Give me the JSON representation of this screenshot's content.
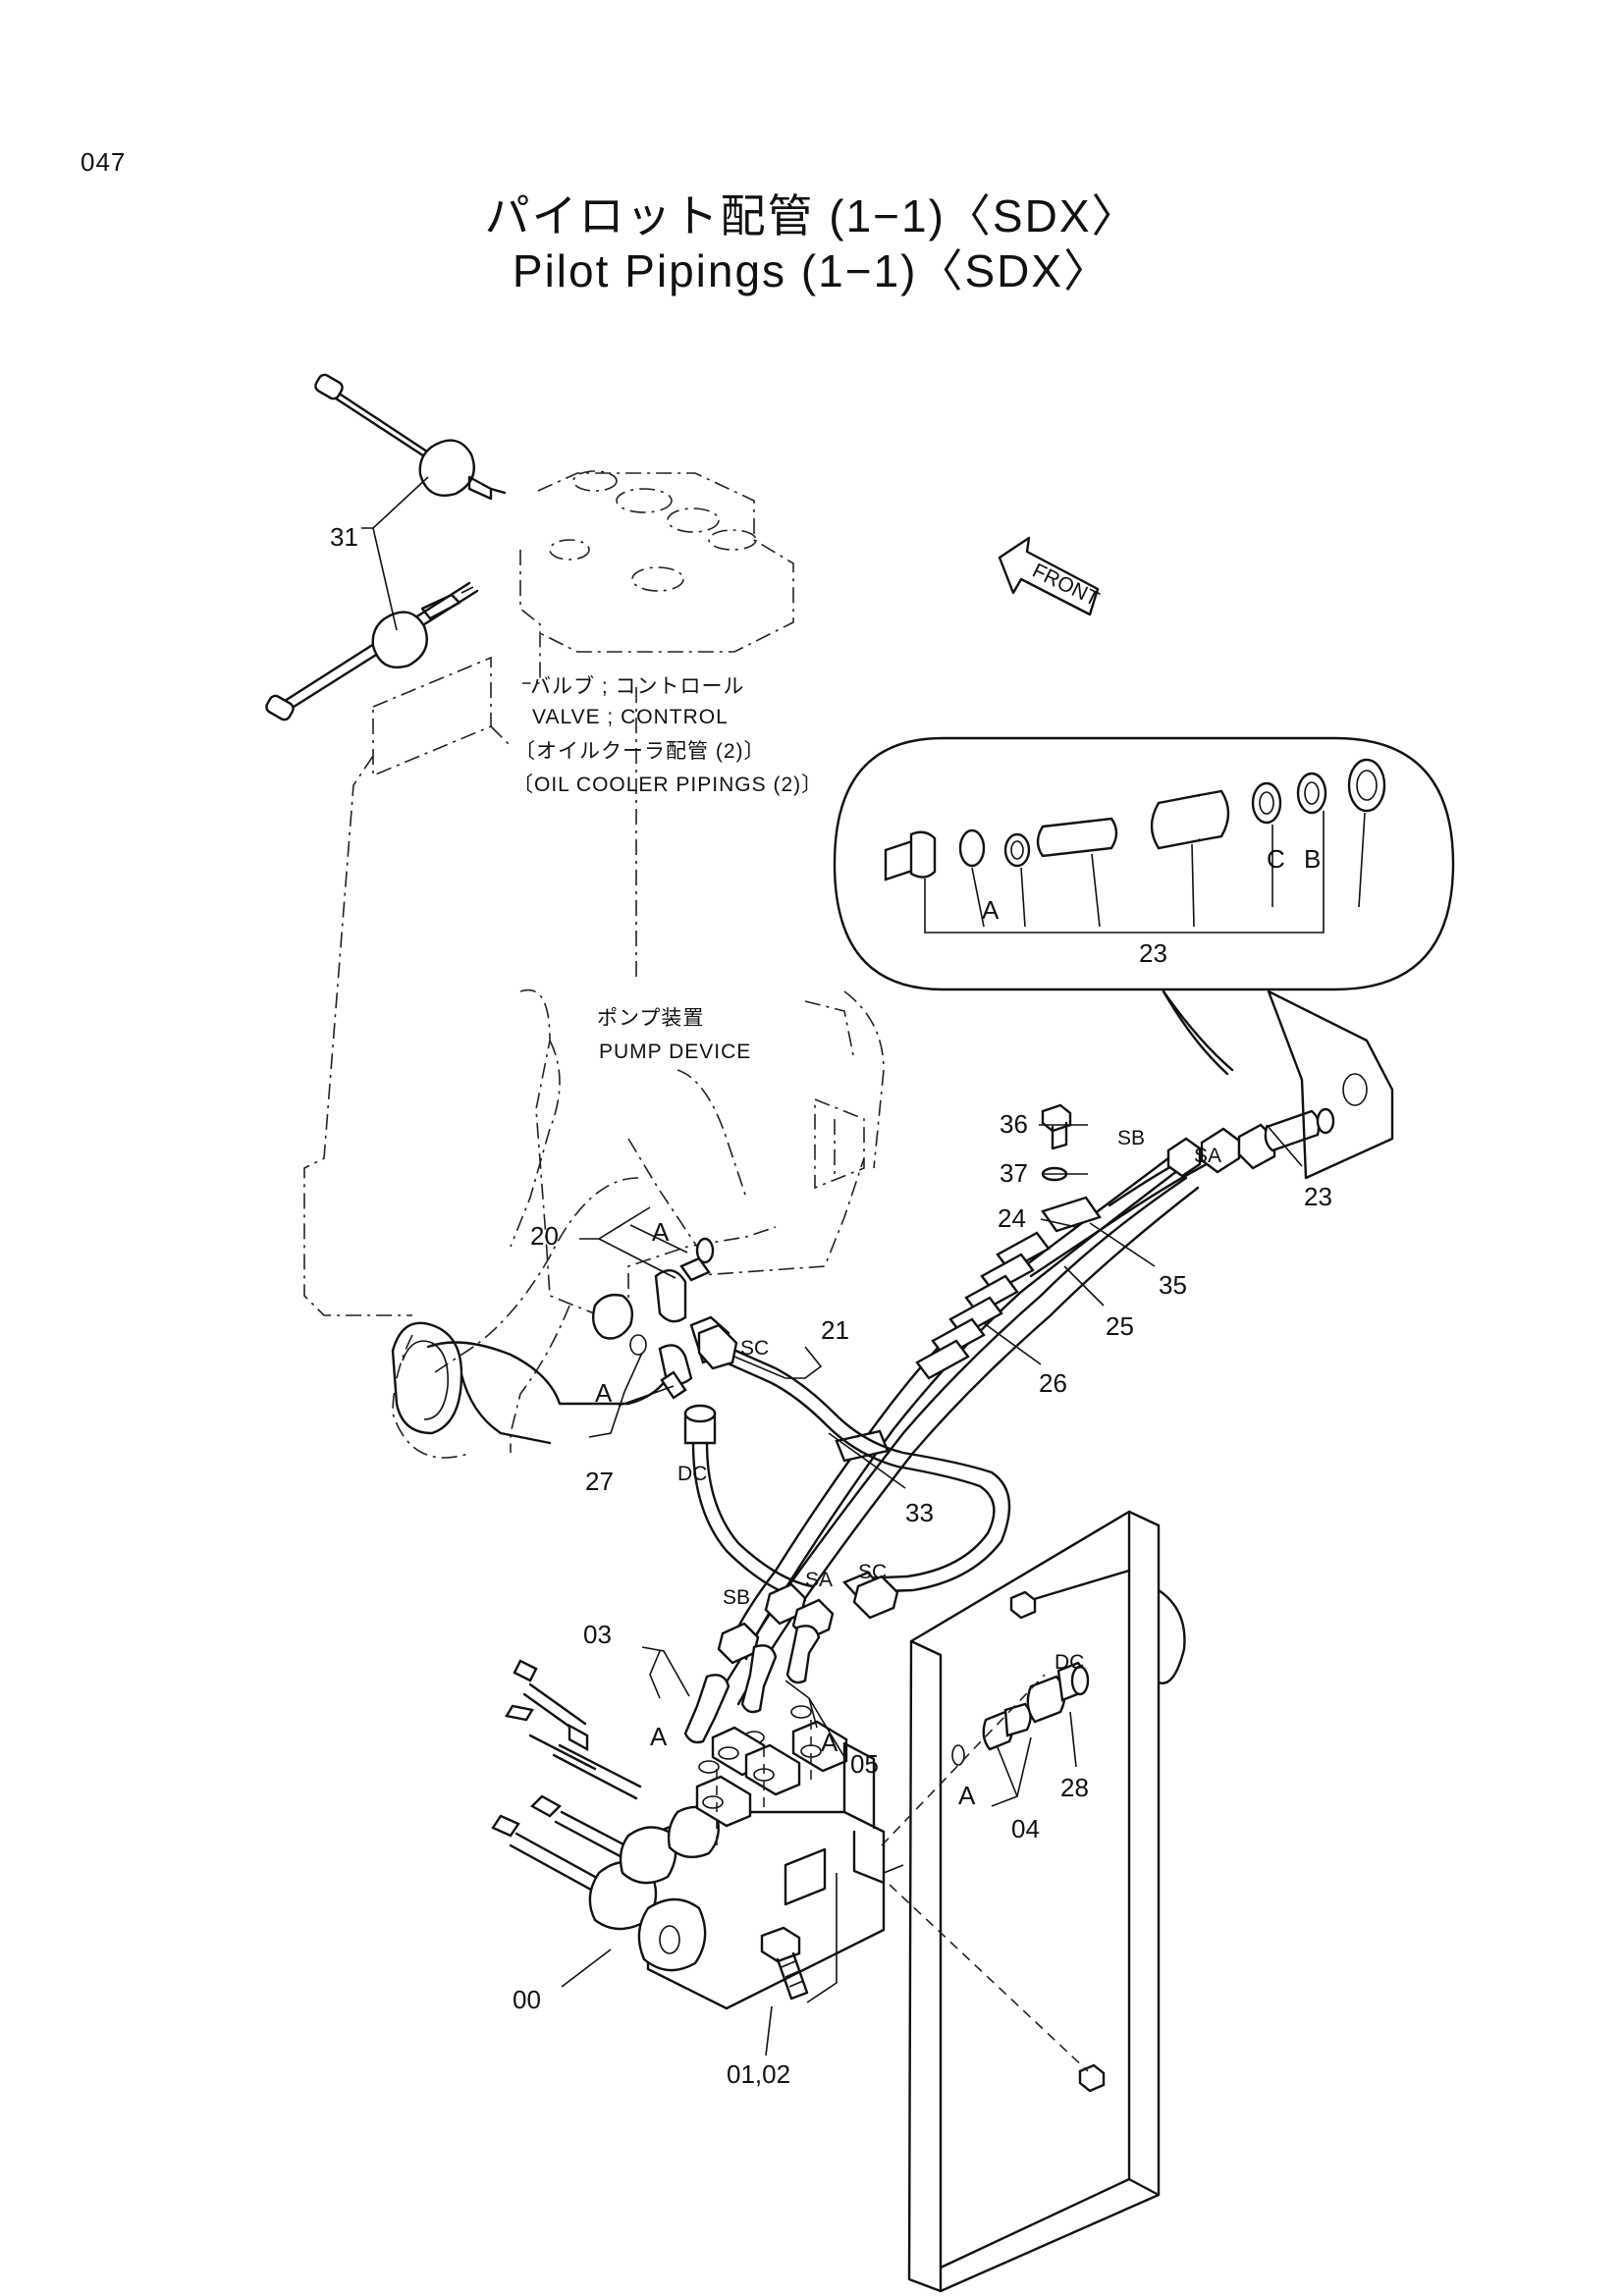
{
  "page_number": "047",
  "title": {
    "ja": "パイロット配管 (1−1)〈SDX〉",
    "en": "Pilot Pipings (1−1)〈SDX〉"
  },
  "notes": {
    "valve_ja": "バルブ ; コントロール",
    "valve_en": "VALVE ; CONTROL",
    "oil_ja": "〔オイルクーラ配管 (2)〕",
    "oil_en": "〔OIL  COOLER  PIPINGS (2)〕",
    "pump_ja": "ポンプ装置",
    "pump_en": "PUMP  DEVICE",
    "front": "FRONT"
  },
  "callouts": {
    "c31": "31",
    "c23a": "23",
    "c23b": "23",
    "cA1": "A",
    "cC": "C",
    "cB": "B",
    "c36": "36",
    "c37": "37",
    "c24": "24",
    "c35": "35",
    "c25": "25",
    "c26": "26",
    "c20": "20",
    "cA2": "A",
    "cA3": "A",
    "c27": "27",
    "c21": "21",
    "c33": "33",
    "c03": "03",
    "cA4": "A",
    "cA5": "A",
    "c05": "05",
    "cA6": "A",
    "c04": "04",
    "c28": "28",
    "c00": "00",
    "c0102": "01,02"
  },
  "port_labels": {
    "sb_top": "SB",
    "sa_top": "SA",
    "sc_mid": "SC",
    "dc_left": "DC",
    "sb_low": "SB",
    "sa_low": "SA",
    "sc_low": "SC",
    "dc_right": "DC"
  }
}
